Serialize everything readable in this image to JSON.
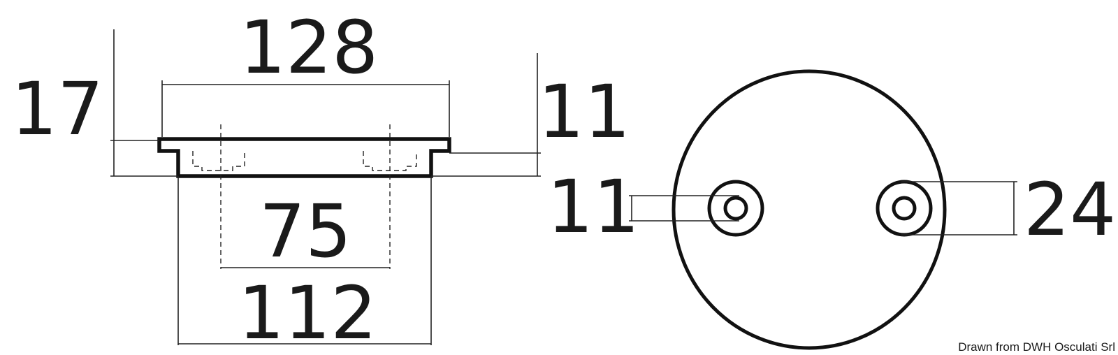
{
  "labels": {
    "overall_width": "128",
    "overall_height": "17",
    "flange_height": "11",
    "hole_spacing": "75",
    "base_width": "112",
    "bolt_hole_diameter": "11",
    "boss_diameter": "24"
  },
  "credit": "Drawn from DWH Osculati Srl"
}
